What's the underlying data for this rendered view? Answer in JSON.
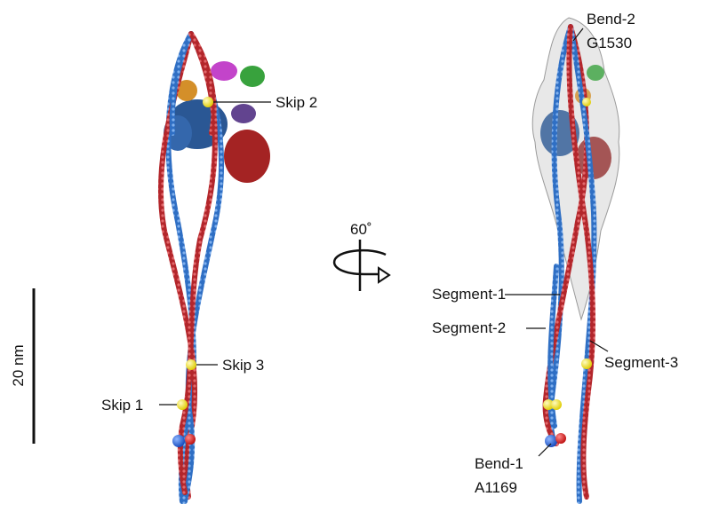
{
  "figure": {
    "rotation_label": "60˚",
    "scale_bar_label": "20 nm",
    "colors": {
      "strand_blue": "#2f6fc4",
      "strand_red": "#b3262b",
      "marker_yellow": "#f2e51c",
      "marker_blue": "#1f5fd6",
      "marker_red": "#d42020",
      "protein_blue": "#1f4f8f",
      "protein_red": "#a01818",
      "protein_magenta": "#c03ac8",
      "protein_green": "#2e9e33",
      "protein_orange": "#d28a1e",
      "protein_purple": "#5a3a8a",
      "envelope_gray": "#cfcfcf"
    },
    "left_model": {
      "labels": {
        "skip2": "Skip 2",
        "skip3": "Skip 3",
        "skip1": "Skip 1"
      }
    },
    "right_model": {
      "labels": {
        "bend2_line1": "Bend-2",
        "bend2_line2": "G1530",
        "segment1": "Segment-1",
        "segment2": "Segment-2",
        "segment3": "Segment-3",
        "bend1_line1": "Bend-1",
        "bend1_line2": "A1169"
      }
    }
  }
}
